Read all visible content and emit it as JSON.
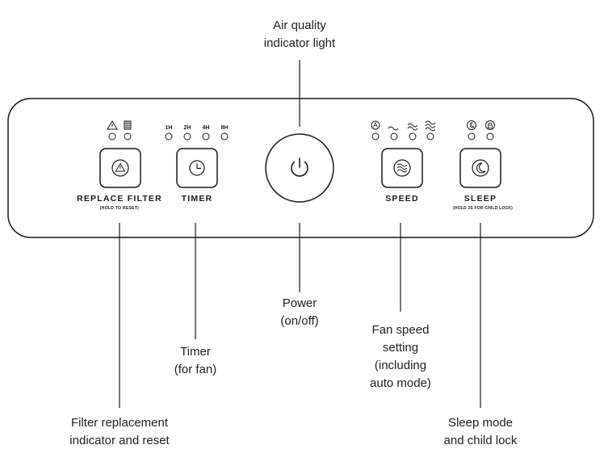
{
  "panel": {
    "indicators": {
      "filter_icons": [
        "warning-triangle-icon",
        "filter-grid-icon"
      ],
      "timer_hours": [
        "1H",
        "2H",
        "4H",
        "8H"
      ],
      "speed_icons": [
        "auto-icon",
        "wave-1-icon",
        "wave-2-icon",
        "wave-3-icon"
      ],
      "sleep_icons": [
        "moon-icon",
        "lock-icon"
      ]
    },
    "buttons": {
      "replace_filter": {
        "label": "REPLACE FILTER",
        "sublabel": "(HOLD TO RESET)",
        "icon": "warning-triangle-icon"
      },
      "timer": {
        "label": "TIMER",
        "icon": "clock-icon"
      },
      "power": {
        "icon": "power-icon"
      },
      "speed": {
        "label": "SPEED",
        "icon": "wind-waves-icon"
      },
      "sleep": {
        "label": "SLEEP",
        "sublabel": "(HOLD 3S FOR CHILD LOCK)",
        "icon": "moon-icon"
      }
    }
  },
  "callouts": {
    "air_quality": [
      "Air quality",
      "indicator light"
    ],
    "power": [
      "Power",
      "(on/off)"
    ],
    "timer": [
      "Timer",
      "(for fan)"
    ],
    "fan_speed": [
      "Fan speed",
      "setting",
      "(including",
      "auto mode)"
    ],
    "filter": [
      "Filter replacement",
      "indicator and reset"
    ],
    "sleep": [
      "Sleep mode",
      "and child lock"
    ]
  },
  "colors": {
    "line": "#1a1a1a",
    "background": "#ffffff"
  }
}
